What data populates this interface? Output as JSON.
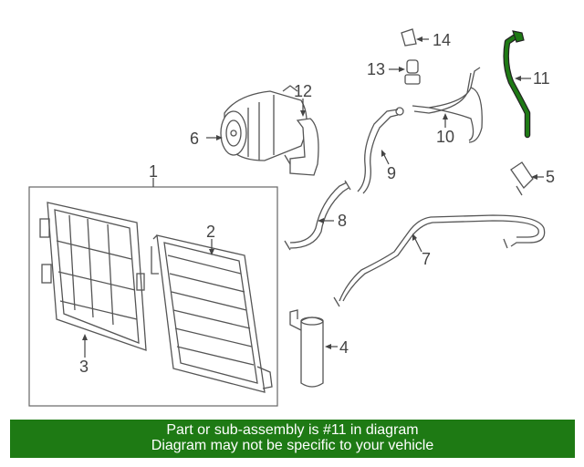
{
  "callouts": [
    {
      "id": "c1",
      "label": "1"
    },
    {
      "id": "c2",
      "label": "2"
    },
    {
      "id": "c3",
      "label": "3"
    },
    {
      "id": "c4",
      "label": "4"
    },
    {
      "id": "c5",
      "label": "5"
    },
    {
      "id": "c6",
      "label": "6"
    },
    {
      "id": "c7",
      "label": "7"
    },
    {
      "id": "c8",
      "label": "8"
    },
    {
      "id": "c9",
      "label": "9"
    },
    {
      "id": "c10",
      "label": "10"
    },
    {
      "id": "c11",
      "label": "11"
    },
    {
      "id": "c12",
      "label": "12"
    },
    {
      "id": "c13",
      "label": "13"
    },
    {
      "id": "c14",
      "label": "14"
    }
  ],
  "banner": {
    "line1": "Part or sub-assembly is #11 in diagram",
    "line2": "Diagram may not be specific to your vehicle"
  },
  "colors": {
    "highlight": "#1e7a14",
    "banner_bg": "#1e7a14",
    "line": "#555555"
  }
}
